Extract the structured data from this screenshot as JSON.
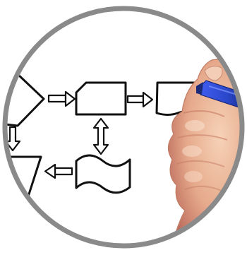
{
  "image": {
    "subject": "hand-drawing-flowchart-with-blue-marker",
    "colors": {
      "background": "#ffffff",
      "ring": "#8a8a8a",
      "ink": "#111111",
      "marker_blue": "#2f4fd8",
      "skin_light": "#f1c6a6",
      "skin_mid": "#d9957a",
      "skin_shadow": "#b96b5a"
    },
    "icons": [
      "decision-diamond-shape",
      "process-rectangle-shape",
      "document-shape",
      "tape-shape",
      "manual-operation-shape",
      "double-arrow",
      "right-arrow",
      "left-arrow",
      "down-arrow",
      "marker-pen",
      "hand"
    ]
  }
}
